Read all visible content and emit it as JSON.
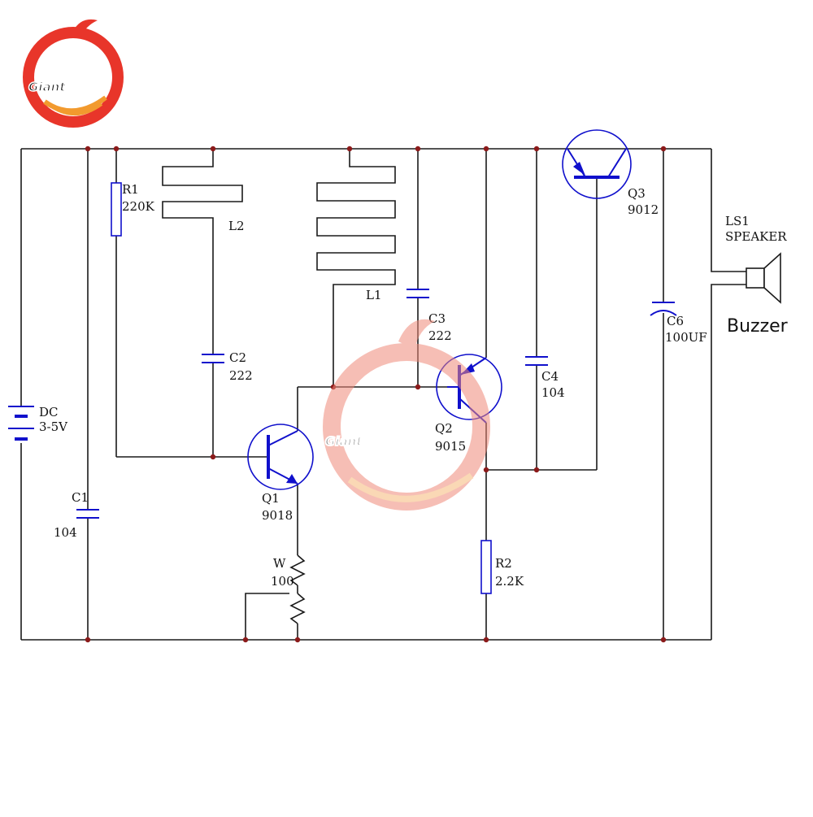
{
  "logo": {
    "text": "Giant"
  },
  "watermark": {
    "text": "Giant"
  },
  "colors": {
    "wire": "#1a1a1a",
    "node": "#8b1a1a",
    "transistor": "#1010cc",
    "buzzer_label": "#1a3ab0",
    "logo_red": "#e8352a",
    "logo_orange": "#f29a2e",
    "watermark": "#f08a7a"
  },
  "components": {
    "battery": {
      "name": "DC",
      "value": "3-5V"
    },
    "c1": {
      "name": "C1",
      "value": "104"
    },
    "r1": {
      "name": "R1",
      "value": "220K"
    },
    "l2": {
      "name": "L2"
    },
    "l1": {
      "name": "L1"
    },
    "c2": {
      "name": "C2",
      "value": "222"
    },
    "c3": {
      "name": "C3",
      "value": "222"
    },
    "c4": {
      "name": "C4",
      "value": "104"
    },
    "c6": {
      "name": "C6",
      "value": "100UF"
    },
    "q1": {
      "name": "Q1",
      "value": "9018"
    },
    "q2": {
      "name": "Q2",
      "value": "9015"
    },
    "q3": {
      "name": "Q3",
      "value": "9012"
    },
    "w": {
      "name": "W",
      "value": "100"
    },
    "r2": {
      "name": "R2",
      "value": "2.2K"
    },
    "ls1": {
      "name": "LS1",
      "value": "SPEAKER",
      "caption": "Buzzer"
    }
  }
}
